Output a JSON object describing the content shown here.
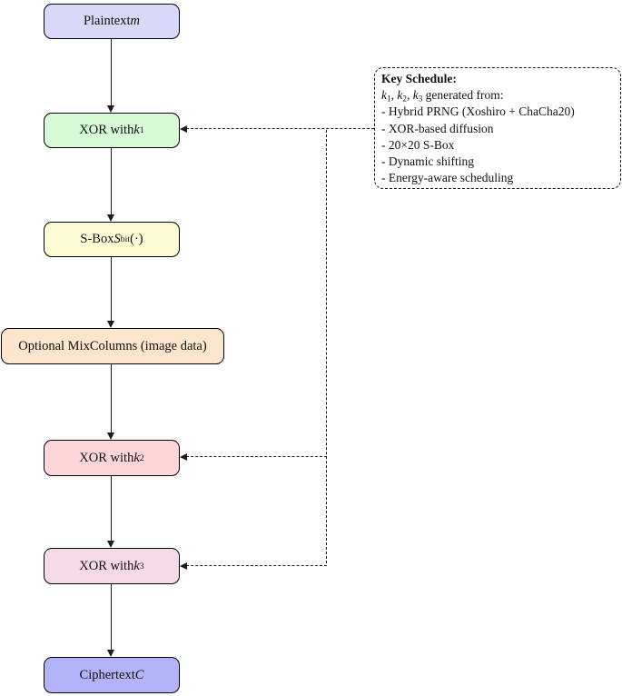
{
  "nodes": {
    "plaintext": {
      "label": [
        [
          "Plaintext ",
          "n"
        ],
        [
          "m",
          "i"
        ]
      ],
      "fill": "#d8d8f9"
    },
    "xor_k1": {
      "label": [
        [
          "XOR with ",
          "n"
        ],
        [
          "k",
          "i"
        ],
        [
          "1",
          "s"
        ]
      ],
      "fill": "#d6fbd6"
    },
    "sbox": {
      "label": [
        [
          "S-Box ",
          "n"
        ],
        [
          "S",
          "i"
        ],
        [
          "bit",
          "s"
        ],
        [
          "(·)",
          "n"
        ]
      ],
      "fill": "#fdfbd4"
    },
    "mixcolumns": {
      "label": [
        [
          "Optional MixColumns (image data)",
          "n"
        ]
      ],
      "fill": "#fde5ce"
    },
    "xor_k2": {
      "label": [
        [
          "XOR with ",
          "n"
        ],
        [
          "k",
          "i"
        ],
        [
          "2",
          "s"
        ]
      ],
      "fill": "#fdd7d7"
    },
    "xor_k3": {
      "label": [
        [
          "XOR with ",
          "n"
        ],
        [
          "k",
          "i"
        ],
        [
          "3",
          "s"
        ]
      ],
      "fill": "#f6d9e6"
    },
    "ciphertext": {
      "label": [
        [
          "Ciphertext ",
          "n"
        ],
        [
          "C",
          "i"
        ]
      ],
      "fill": "#b3b3f9"
    }
  },
  "key_schedule": {
    "lines": [
      [
        [
          "Key Schedule:",
          "b"
        ]
      ],
      [
        [
          "k",
          "i"
        ],
        [
          "1",
          "s"
        ],
        [
          ", ",
          "n"
        ],
        [
          "k",
          "i"
        ],
        [
          "2",
          "s"
        ],
        [
          ", ",
          "n"
        ],
        [
          "k",
          "i"
        ],
        [
          "3",
          "s"
        ],
        [
          " generated from:",
          "n"
        ]
      ],
      [
        [
          "- Hybrid PRNG (Xoshiro + ChaCha20)",
          "n"
        ]
      ],
      [
        [
          "- XOR-based diffusion",
          "n"
        ]
      ],
      [
        [
          "- 20×20 S-Box",
          "n"
        ]
      ],
      [
        [
          "- Dynamic shifting",
          "n"
        ]
      ],
      [
        [
          "- Energy-aware scheduling",
          "n"
        ]
      ]
    ]
  },
  "colors": {
    "border": "#000000",
    "background": "#ffffff",
    "line": "#1a1a1a"
  }
}
